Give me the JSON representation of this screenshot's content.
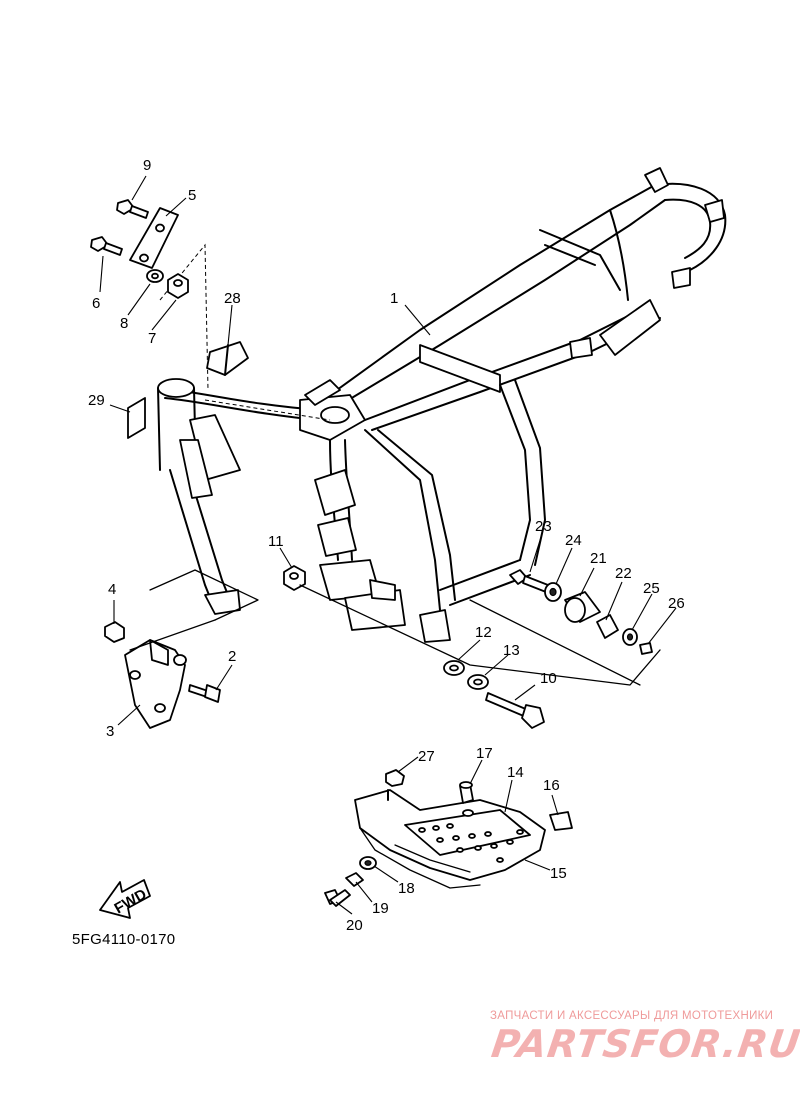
{
  "diagram": {
    "code": "5FG4110-0170",
    "fwd_label": "FWD",
    "callouts": [
      "1",
      "2",
      "3",
      "4",
      "5",
      "6",
      "7",
      "8",
      "9",
      "10",
      "11",
      "12",
      "13",
      "14",
      "15",
      "16",
      "17",
      "18",
      "19",
      "20",
      "21",
      "22",
      "23",
      "24",
      "25",
      "26",
      "27",
      "28",
      "29"
    ]
  },
  "watermark": {
    "caption": "ЗАПЧАСТИ И АКСЕССУАРЫ ДЛЯ МОТОТЕХНИКИ",
    "logo": "PARTSFOR.RU"
  }
}
